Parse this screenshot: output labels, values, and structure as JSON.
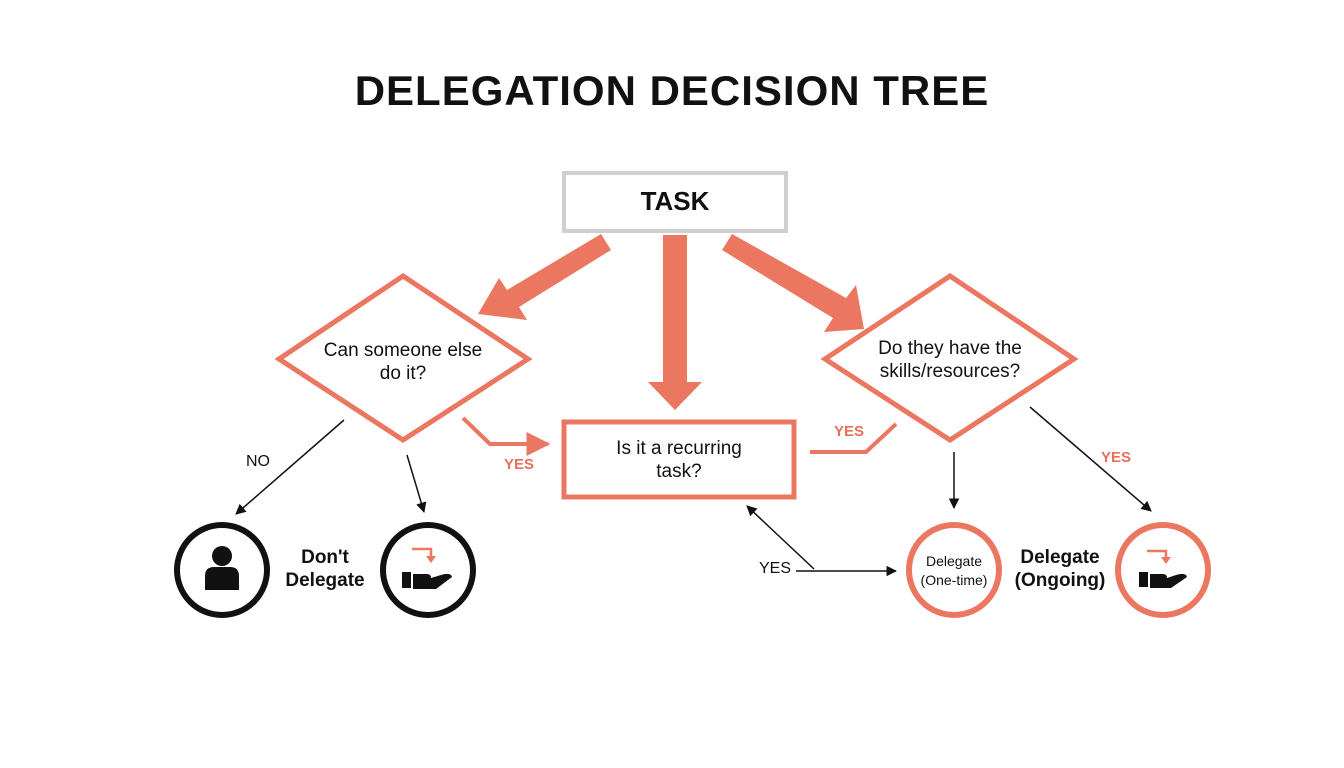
{
  "title": "DELEGATION DECISION TREE",
  "colors": {
    "accent": "#ec7760",
    "dark": "#111111",
    "task_border": "#cfcfcf"
  },
  "nodes": {
    "task": "TASK",
    "q_someone_else": {
      "line1": "Can someone else",
      "line2": "do it?"
    },
    "q_recurring": {
      "line1": "Is it a recurring",
      "line2": "task?"
    },
    "q_skills": {
      "line1": "Do they have the",
      "line2": "skills/resources?"
    }
  },
  "edge_labels": {
    "no": "NO",
    "yes_left": "YES",
    "yes_mid": "YES",
    "yes_right": "YES",
    "yes_bottom": "YES"
  },
  "outcomes": {
    "dont_delegate": {
      "line1": "Don't",
      "line2": "Delegate",
      "icon": "person-icon"
    },
    "delegate_hand_left": {
      "icon": "hand-delegate-icon"
    },
    "delegate_one_time": {
      "line1": "Delegate",
      "line2": "(One-time)"
    },
    "delegate_ongoing": {
      "line1": "Delegate",
      "line2": "(Ongoing)",
      "icon": "hand-delegate-icon"
    }
  }
}
